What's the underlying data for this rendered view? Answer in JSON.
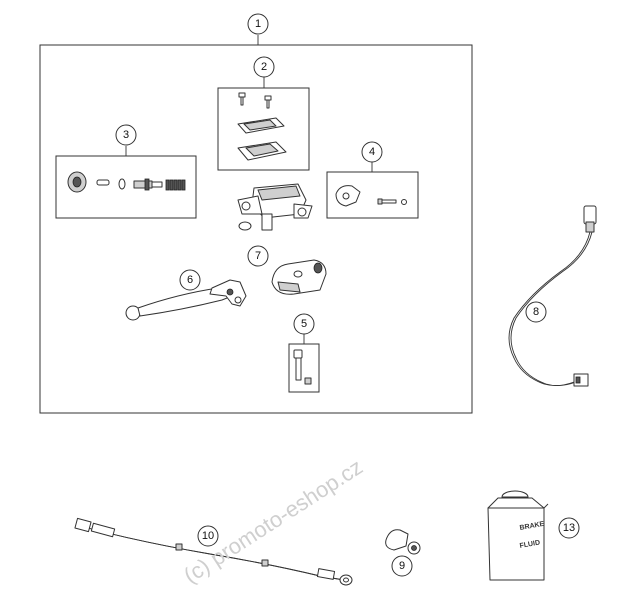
{
  "diagram": {
    "callouts": [
      {
        "id": "1",
        "label": "1"
      },
      {
        "id": "2",
        "label": "2"
      },
      {
        "id": "3",
        "label": "3"
      },
      {
        "id": "4",
        "label": "4"
      },
      {
        "id": "5",
        "label": "5"
      },
      {
        "id": "6",
        "label": "6"
      },
      {
        "id": "7",
        "label": "7"
      },
      {
        "id": "8",
        "label": "8"
      },
      {
        "id": "9",
        "label": "9"
      },
      {
        "id": "10",
        "label": "10"
      },
      {
        "id": "13",
        "label": "13"
      }
    ],
    "watermark": "(c) promoto-eshop.cz",
    "fluid_label_line1": "BRAKE",
    "fluid_label_line2": "FLUID"
  }
}
